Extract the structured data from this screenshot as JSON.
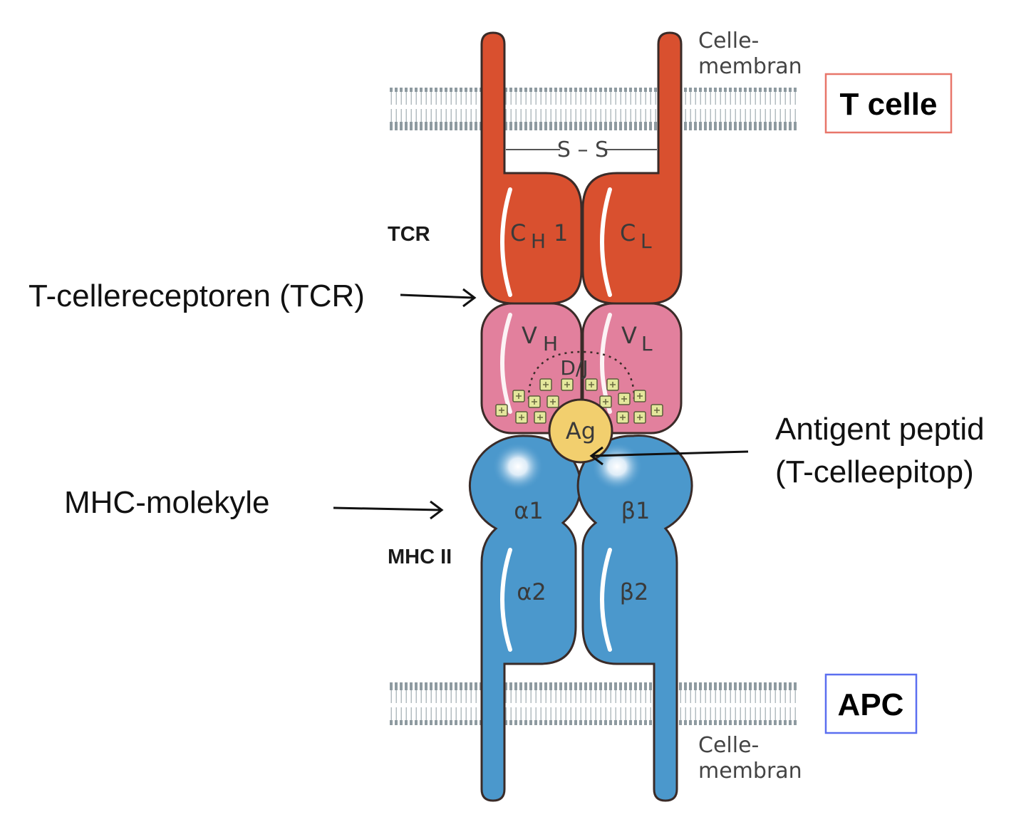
{
  "labels": {
    "tcr_callout": "T-cellereceptoren (TCR)",
    "tcr_short": "TCR",
    "mhc_callout": "MHC-molekyle",
    "mhc_short": "MHC II",
    "antigen_line1": "Antigent peptid",
    "antigen_line2": "(T-celleepitop)",
    "membrane_top_line1": "Celle-",
    "membrane_top_line2": "membran",
    "membrane_bottom_line1": "Celle-",
    "membrane_bottom_line2": "membran",
    "t_cell_box": "T celle",
    "apc_box": "APC",
    "disulfide": "S – S",
    "ag": "Ag",
    "dj": "D/J"
  },
  "domains": {
    "ch1_main": "C",
    "ch1_sub": "H",
    "ch1_num": "1",
    "cl_main": "C",
    "cl_sub": "L",
    "vh_main": "V",
    "vh_sub": "H",
    "vl_main": "V",
    "vl_sub": "L",
    "alpha1": "α1",
    "beta1": "β1",
    "alpha2": "α2",
    "beta2": "β2"
  },
  "colors": {
    "tcr_constant": "#d9502f",
    "tcr_variable": "#e2809d",
    "mhc": "#4b98cc",
    "antigen": "#f2cf6e",
    "t_cell_box_border": "#e8766a",
    "apc_box_border": "#5b6ff0"
  }
}
